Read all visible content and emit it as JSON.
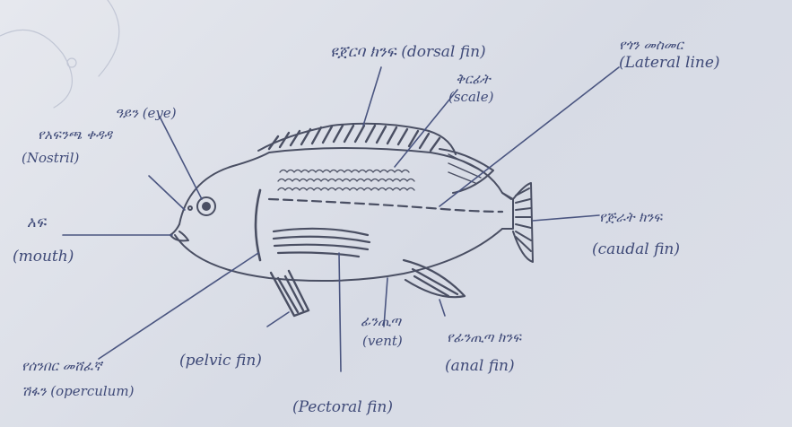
{
  "colors": {
    "paper": "#dfe2ea",
    "ink": "#3f4a78",
    "pencil": "#4a4f63"
  },
  "labels": {
    "dorsal_fin": "ዩጀርባ ክንፍ (dorsal fin)",
    "scale_amharic": "ቅርፊት",
    "scale_english": "(scale)",
    "lateral_line_amharic": "የጎን መስመር",
    "lateral_line_english": "(Lateral line)",
    "eye": "ዓይን (eye)",
    "nostril_amharic": "የአፍንጫ ቀዳዳ",
    "nostril_english": "(Nostril)",
    "mouth_amharic": "አፍ",
    "mouth_english": "(mouth)",
    "caudal_fin_amharic": "የጅራት ክንፍ",
    "caudal_fin_english": "(caudal fin)",
    "operculum_amharic": "የሰንበር መሸፈኛ",
    "operculum_english": "ሽፋን (operculum)",
    "pelvic_fin": "(pelvic fin)",
    "vent_amharic": "ፊንጢጣ",
    "vent_english": "(vent)",
    "anal_fin_amharic": "የፊንጢጣ ክንፍ",
    "anal_fin_english": "(anal fin)",
    "pectoral_fin": "(Pectoral fin)"
  }
}
